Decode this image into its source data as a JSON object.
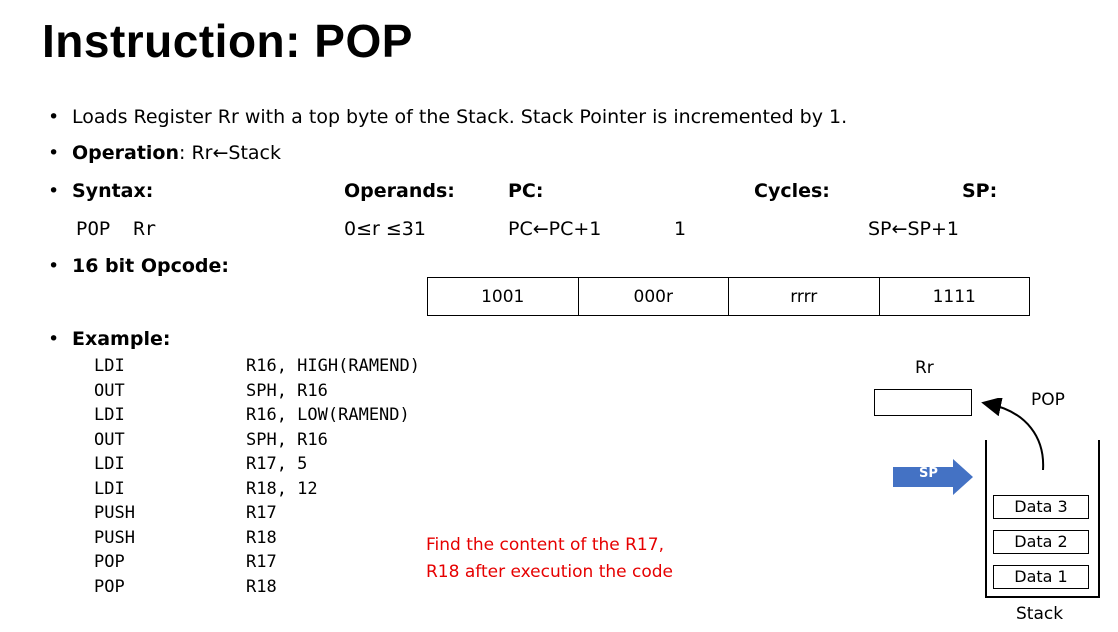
{
  "title": "Instruction: POP",
  "bullets": {
    "description": "Loads Register Rr with a top byte of the Stack. Stack Pointer is incremented by 1.",
    "operation_label": "Operation",
    "operation_value": ": Rr←Stack",
    "syntax_label": "Syntax:",
    "opcode_label": "16 bit Opcode:",
    "example_label": "Example:"
  },
  "syntax_table": {
    "headers": {
      "operands": "Operands:",
      "pc": "PC:",
      "cycles": "Cycles:",
      "sp": "SP:"
    },
    "values": {
      "syntax": "POP  Rr",
      "operands": "0≤r ≤31",
      "pc": "PC←PC+1",
      "cycles": "1",
      "sp": "SP←SP+1"
    }
  },
  "opcode": [
    "1001",
    "000r",
    "rrrr",
    "1111"
  ],
  "code": [
    {
      "op": "LDI",
      "args": "R16, HIGH(RAMEND)"
    },
    {
      "op": "OUT",
      "args": "SPH, R16"
    },
    {
      "op": "LDI",
      "args": "R16, LOW(RAMEND)"
    },
    {
      "op": "OUT",
      "args": "SPH, R16"
    },
    {
      "op": "LDI",
      "args": "R17, 5"
    },
    {
      "op": "LDI",
      "args": "R18, 12"
    },
    {
      "op": "PUSH",
      "args": "R17"
    },
    {
      "op": "PUSH",
      "args": "R18"
    },
    {
      "op": "POP",
      "args": "R17"
    },
    {
      "op": "POP",
      "args": "R18"
    }
  ],
  "question": [
    "Find the content of the R17,",
    "R18 after execution the code"
  ],
  "diagram": {
    "register_label": "Rr",
    "pop_label": "POP",
    "sp_label": "SP",
    "stack_items": [
      "Data 3",
      "Data 2",
      "Data 1"
    ],
    "stack_label": "Stack",
    "sp_arrow_color": "#4472c4"
  },
  "colors": {
    "question": "#e60000"
  }
}
